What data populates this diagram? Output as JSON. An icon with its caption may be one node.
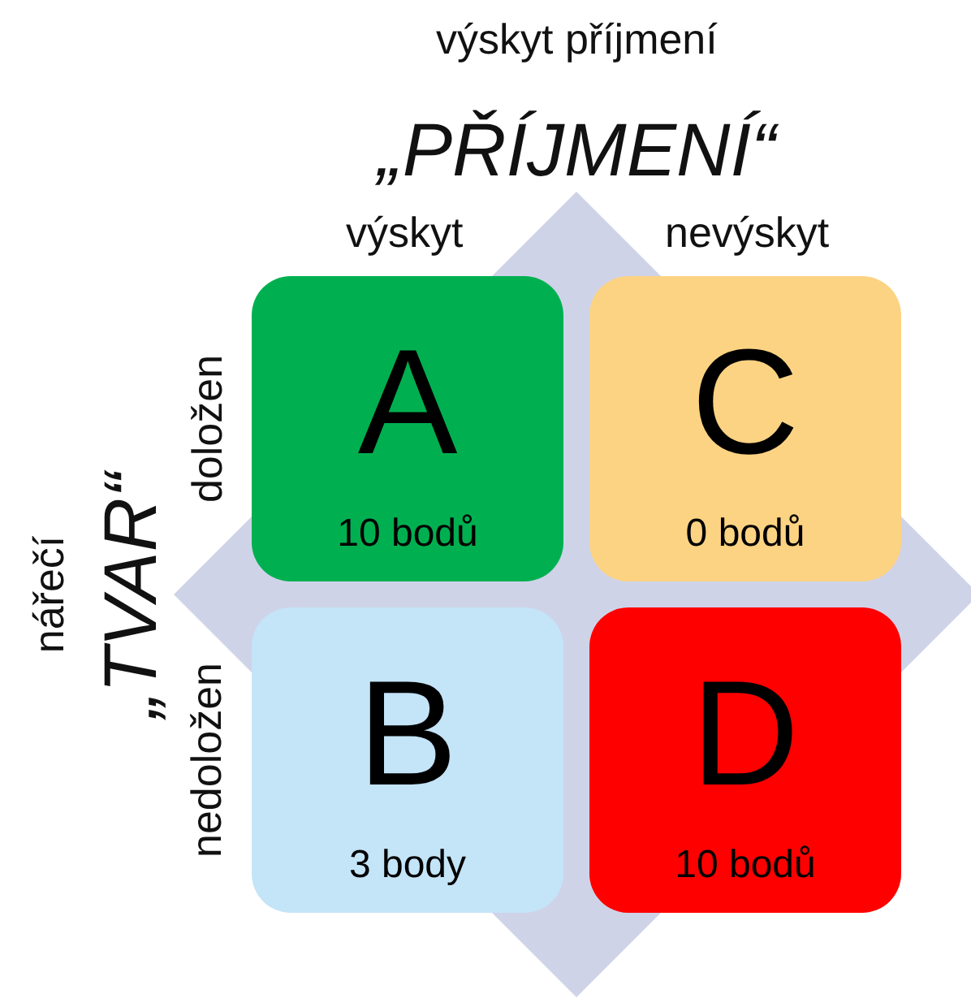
{
  "diagram": {
    "nodes": [
      {
        "text": [
          "A",
          "10 bodů"
        ]
      },
      {
        "text": [
          "C",
          "0 bodů"
        ]
      },
      {
        "text": [
          "B",
          "3 body"
        ]
      },
      {
        "text": [
          "D",
          "10 bodů"
        ]
      }
    ],
    "edges": [],
    "labels": [
      "výskyt příjmení",
      "„PŘÍJMENÍ“",
      "výskyt",
      "nevýskyt",
      "nářečí",
      "„TVAR“",
      "doložen",
      "nedoložen"
    ]
  }
}
